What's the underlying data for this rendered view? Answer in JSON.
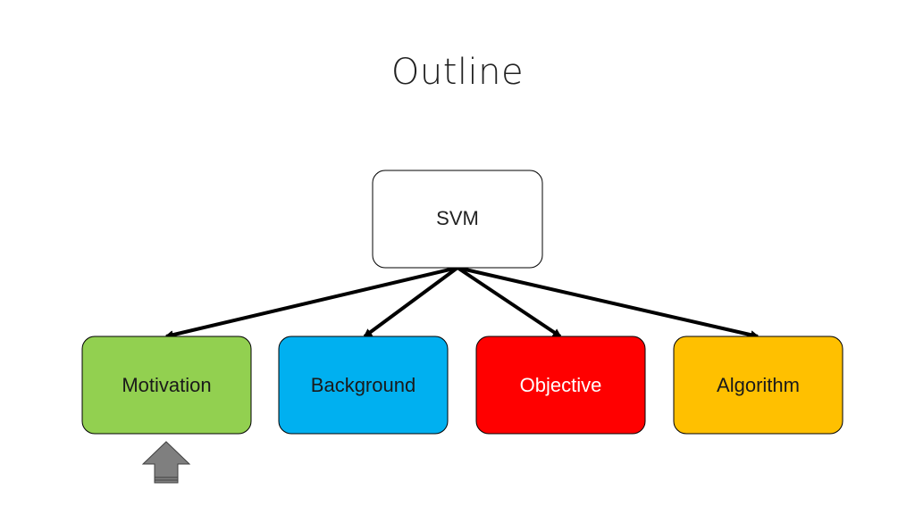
{
  "slide": {
    "title": "Outline"
  },
  "diagram": {
    "root": {
      "label": "SVM",
      "fill": "#ffffff",
      "text_color": "#222222"
    },
    "children": [
      {
        "label": "Motivation",
        "fill": "#92d050",
        "text_color": "#1a1a1a"
      },
      {
        "label": "Background",
        "fill": "#00b0f0",
        "text_color": "#1a1a1a"
      },
      {
        "label": "Objective",
        "fill": "#ff0000",
        "text_color": "#ffffff"
      },
      {
        "label": "Algorithm",
        "fill": "#ffc000",
        "text_color": "#1a1a1a"
      }
    ],
    "current_indicator": {
      "points_to": "Motivation",
      "fill": "#7f7f7f"
    }
  }
}
